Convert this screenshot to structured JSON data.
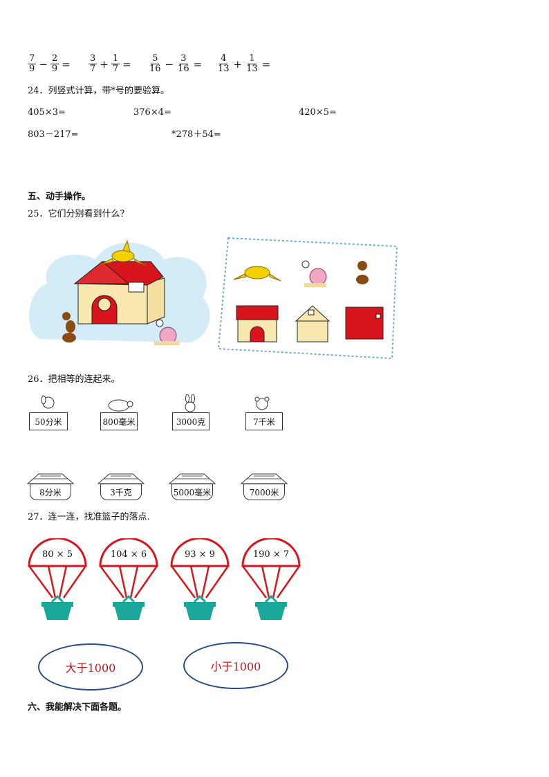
{
  "fractions": [
    {
      "a_num": "7",
      "a_den": "9",
      "op": "−",
      "b_num": "2",
      "b_den": "9",
      "eq": "="
    },
    {
      "a_num": "3",
      "a_den": "7",
      "op": "+",
      "b_num": "1",
      "b_den": "7",
      "eq": "="
    },
    {
      "a_num": "5",
      "a_den": "16",
      "op": "−",
      "b_num": "3",
      "b_den": "16",
      "eq": "="
    },
    {
      "a_num": "4",
      "a_den": "13",
      "op": "+",
      "b_num": "1",
      "b_den": "13",
      "eq": "="
    }
  ],
  "q24": {
    "title": "24．列竖式计算，带*号的要验算。",
    "items": [
      "405×3=",
      "376×4=",
      "420×5=",
      "803－217=",
      "*278＋54="
    ]
  },
  "sec5": "五、动手操作。",
  "q25": "25．它们分别看到什么？",
  "q26": {
    "title": "26．把相等的连起来。",
    "top": [
      "50分米",
      "800毫米",
      "3000克",
      "7千米"
    ],
    "bottom": [
      "8分米",
      "3千克",
      "5000毫米",
      "7000米"
    ]
  },
  "q27": {
    "title": "27．连一连，找准篮子的落点.",
    "parachutes": [
      "80 × 5",
      "104 × 6",
      "93 × 9",
      "190 × 7"
    ],
    "greater": "大于1000",
    "less": "小于1000"
  },
  "sec6": "六、我能解决下面各题。",
  "colors": {
    "red": "#d8141c",
    "teal": "#1aa79a",
    "navy": "#274a8a",
    "yellow": "#f3d000"
  }
}
